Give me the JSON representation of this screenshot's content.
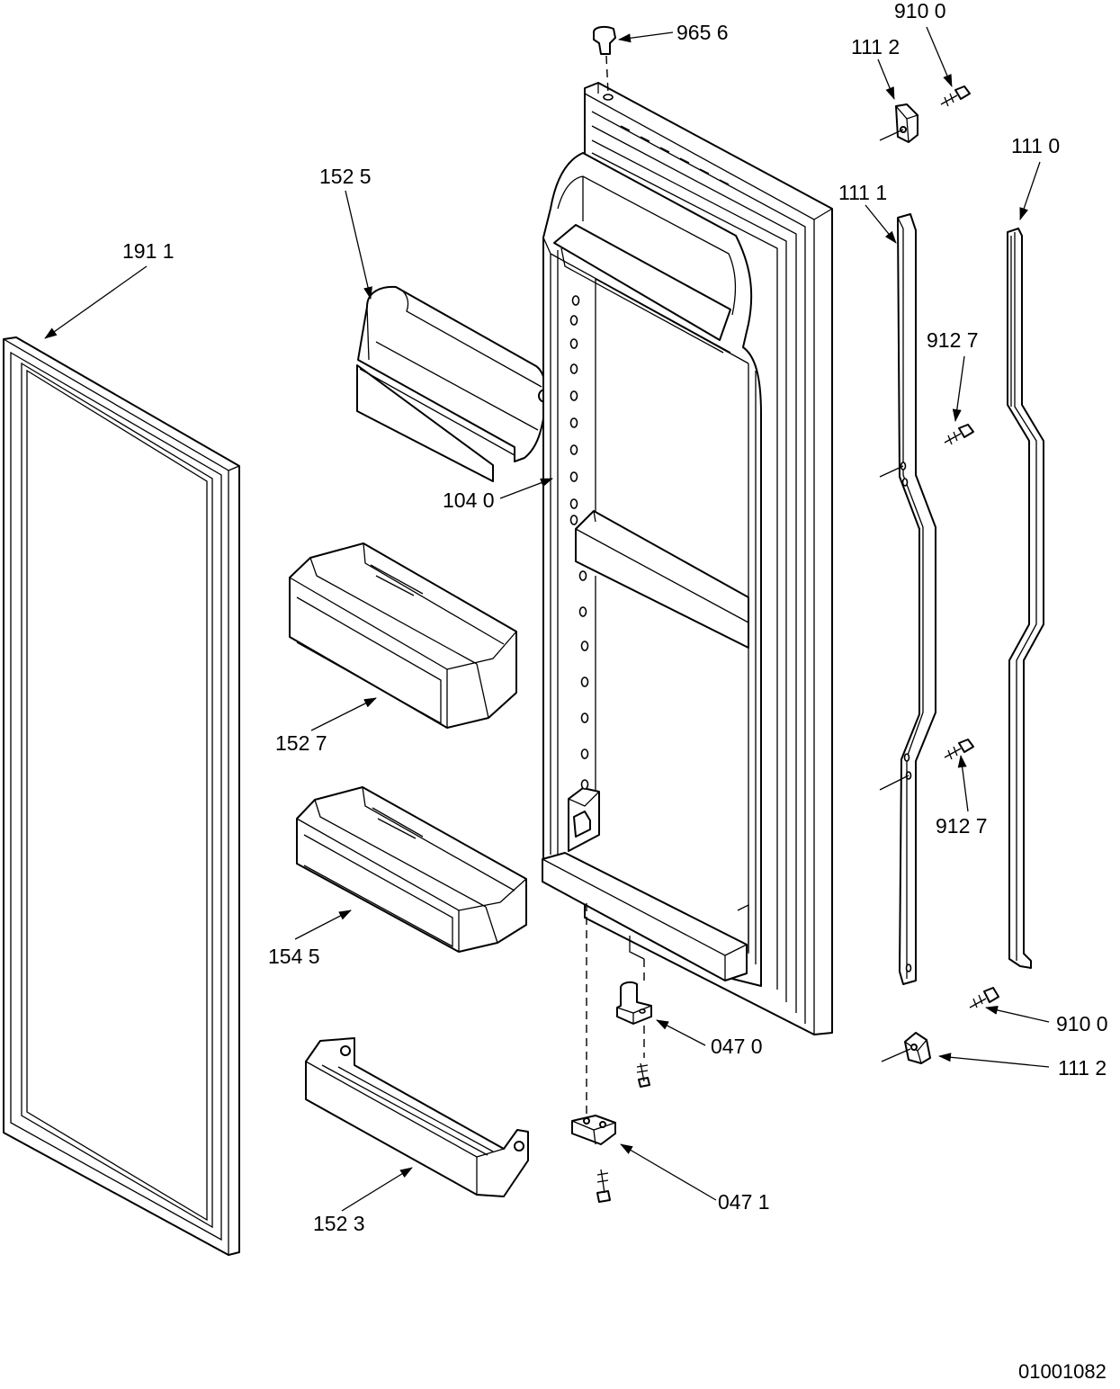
{
  "drawing_number": "01001082",
  "callouts": {
    "door_gasket": "191 1",
    "dairy_door": "152 5",
    "door_panel": "104 0",
    "bin_upper": "152 7",
    "bin_middle": "154 5",
    "bin_lower": "152 3",
    "top_plug": "965 6",
    "screw_top": "910 0",
    "handle_cap_top": "111 2",
    "handle_trim": "111 1",
    "handle_insert": "111 0",
    "handle_screw_upper": "912 7",
    "handle_screw_lower": "912 7",
    "screw_bottom": "910 0",
    "handle_cap_bottom": "111 2",
    "hinge_upper": "047 0",
    "hinge_lower": "047 1"
  },
  "colors": {
    "line": "#000000",
    "background": "#ffffff"
  }
}
